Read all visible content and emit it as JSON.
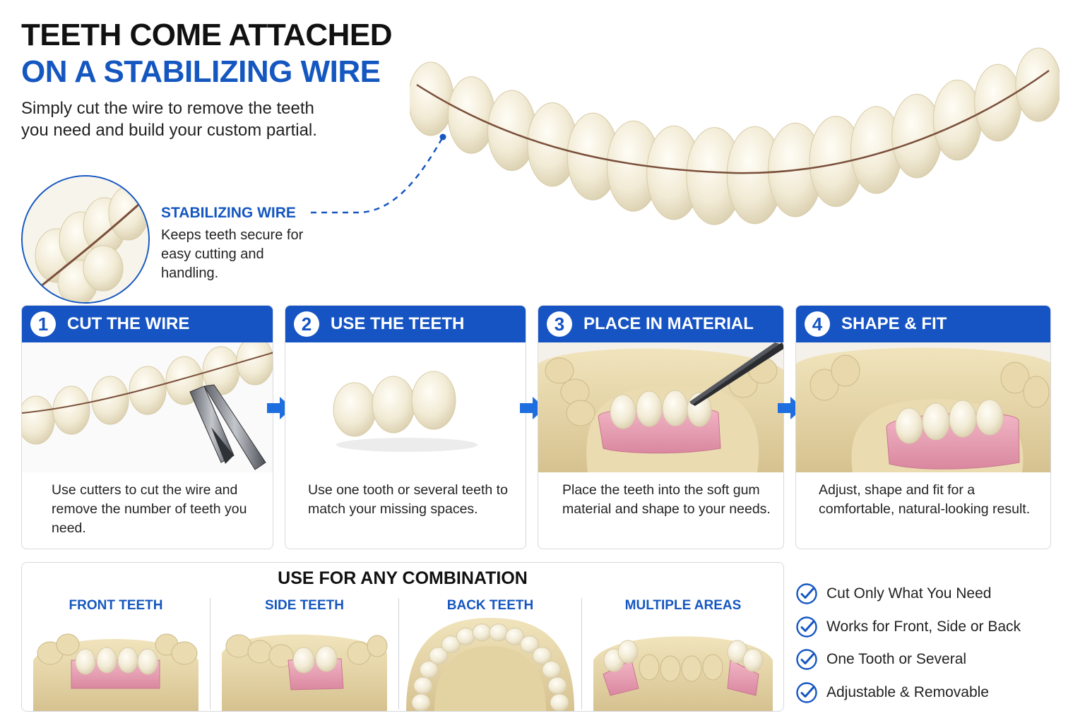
{
  "header": {
    "title_line1": "TEETH COME ATTACHED",
    "title_line2": "ON A STABILIZING WIRE",
    "subtitle": "Simply cut the wire to remove the teeth you need and build your custom partial."
  },
  "callout": {
    "title": "STABILIZING WIRE",
    "text": "Keeps teeth secure for easy cutting and handling."
  },
  "steps": [
    {
      "number": "1",
      "title": "CUT THE WIRE",
      "text": "Use cutters to cut the wire and remove the number of teeth you need."
    },
    {
      "number": "2",
      "title": "USE THE TEETH",
      "text": "Use one tooth or several teeth to match your missing spaces."
    },
    {
      "number": "3",
      "title": "PLACE IN MATERIAL",
      "text": "Place the teeth into the soft gum material and shape to your needs."
    },
    {
      "number": "4",
      "title": "SHAPE & FIT",
      "text": "Adjust, shape and fit for a comfortable, natural-looking result."
    }
  ],
  "combination": {
    "title": "USE FOR ANY COMBINATION",
    "options": [
      {
        "label": "FRONT TEETH"
      },
      {
        "label": "SIDE TEETH"
      },
      {
        "label": "BACK TEETH"
      },
      {
        "label": "MULTIPLE AREAS"
      }
    ]
  },
  "benefits": [
    "Cut Only What You Need",
    "Works for Front, Side or Back",
    "One Tooth or Several",
    "Adjustable & Removable"
  ],
  "colors": {
    "brand_blue": "#1654c4",
    "tooth": "#f2ecd8",
    "gum": "#e7a0b4",
    "stone_model": "#e6d6a8"
  }
}
